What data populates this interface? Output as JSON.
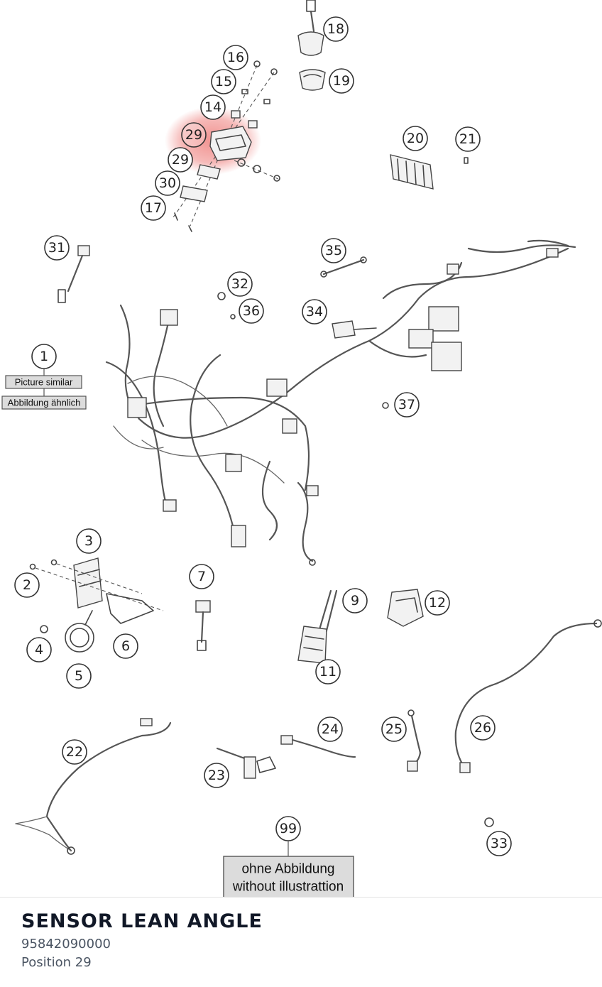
{
  "diagram": {
    "callouts": [
      {
        "id": "c16",
        "label": "16"
      },
      {
        "id": "c15",
        "label": "15"
      },
      {
        "id": "c14",
        "label": "14"
      },
      {
        "id": "c29a",
        "label": "29"
      },
      {
        "id": "c29b",
        "label": "29"
      },
      {
        "id": "c30",
        "label": "30"
      },
      {
        "id": "c17",
        "label": "17"
      },
      {
        "id": "c18",
        "label": "18"
      },
      {
        "id": "c19",
        "label": "19"
      },
      {
        "id": "c20",
        "label": "20"
      },
      {
        "id": "c21",
        "label": "21"
      },
      {
        "id": "c31",
        "label": "31"
      },
      {
        "id": "c35",
        "label": "35"
      },
      {
        "id": "c32",
        "label": "32"
      },
      {
        "id": "c36",
        "label": "36"
      },
      {
        "id": "c34",
        "label": "34"
      },
      {
        "id": "c1",
        "label": "1"
      },
      {
        "id": "c37",
        "label": "37"
      },
      {
        "id": "c3",
        "label": "3"
      },
      {
        "id": "c2",
        "label": "2"
      },
      {
        "id": "c4",
        "label": "4"
      },
      {
        "id": "c5",
        "label": "5"
      },
      {
        "id": "c6",
        "label": "6"
      },
      {
        "id": "c7",
        "label": "7"
      },
      {
        "id": "c9",
        "label": "9"
      },
      {
        "id": "c12",
        "label": "12"
      },
      {
        "id": "c11",
        "label": "11"
      },
      {
        "id": "c22",
        "label": "22"
      },
      {
        "id": "c23",
        "label": "23"
      },
      {
        "id": "c24",
        "label": "24"
      },
      {
        "id": "c25",
        "label": "25"
      },
      {
        "id": "c26",
        "label": "26"
      },
      {
        "id": "c99",
        "label": "99"
      },
      {
        "id": "c33",
        "label": "33"
      }
    ],
    "picture_similar_en": "Picture similar",
    "picture_similar_de": "Abbildung ähnlich",
    "no_illustration_de": "ohne Abbildung",
    "no_illustration_en": "without illustrattion",
    "highlight_color": "#e53935"
  },
  "part": {
    "name": "SENSOR LEAN ANGLE",
    "number": "95842090000",
    "position": "Position 29"
  }
}
